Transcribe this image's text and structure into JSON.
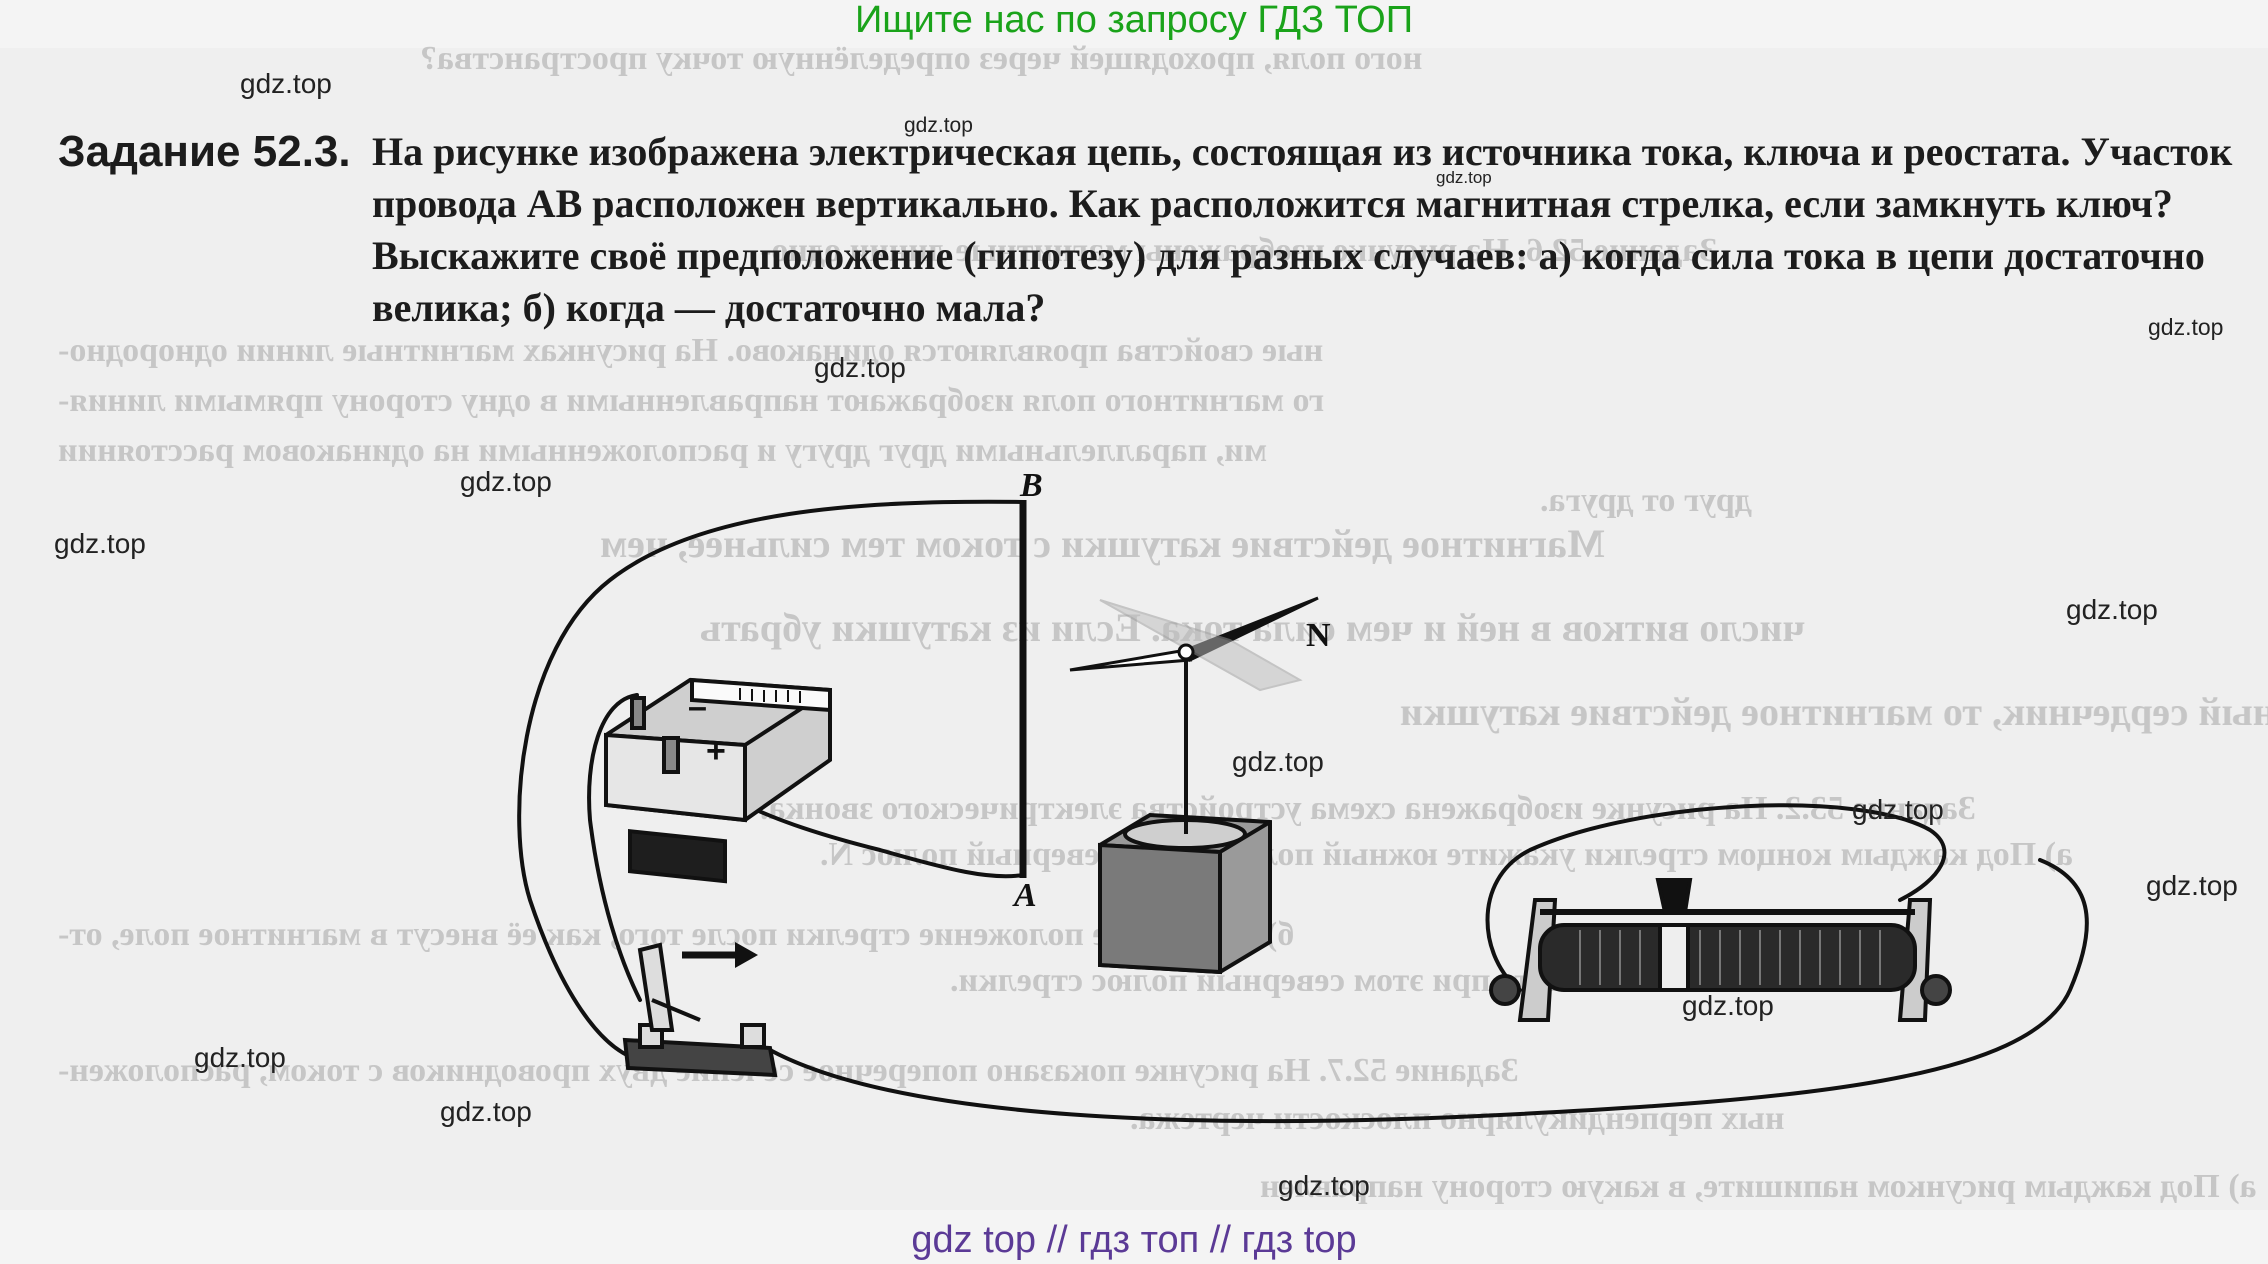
{
  "banner_top": "Ищите нас по запросу ГДЗ ТОП",
  "banner_bottom": "gdz top  //  гдз топ  //  гдз top",
  "task": {
    "label": "Задание 52.3.",
    "text": "На рисунке изображена электрическая цепь, состоящая из источника тока, ключа и реостата. Участок провода AB расположен вертикально. Как расположится магнитная стрелка, если замкнуть ключ? Выскажите своё предположение (гипотезу) для разных случаев: а) когда сила тока в цепи достаточно велика; б) когда — достаточно мала?"
  },
  "figure": {
    "label_b": "B",
    "label_a": "A",
    "label_n": "N",
    "battery_minus": "–",
    "battery_plus": "+"
  },
  "watermarks": [
    "gdz.top",
    "gdz.top",
    "gdz.top",
    "gdz.top",
    "gdz.top",
    "gdz.top",
    "gdz.top",
    "gdz.top",
    "gdz.top",
    "gdz.top",
    "gdz.top",
    "gdz.top",
    "gdz.top",
    "gdz.top",
    "gdz.top"
  ],
  "bleed_through": [
    "ного поля, проходящей через определённую точку пространства?",
    "Задание 52.6. На рисунке изображены магнитные линии одно-",
    "ные свойства проявляются одинаково. На рисунках магнитные линии однородно-",
    "го магнитного поля изображают направленными в одну сторону прямыми линия-",
    "ми, параллельными друг другу и расположенными на одинаковом расстоянии",
    "друг от друга.",
    "Магнитное действие катушки с током тем сильнее, чем",
    "число витков в ней и чем сила тока. Если из катушки убрать",
    "железный сердечник, то магнитное действие катушки",
    "Задание 53.2. На рисунке изображена схема устройства электрического звонка.",
    "а) Под каждым концом стрелки укажите южный полюс S или северный полюс N.",
    "б) Нарисуйте положение стрелки после того, как её внесут в магнитное поле, от-",
    "метьте при этом северный полюс стрелки.",
    "Задание 52.7. На рисунке показано поперечное сечение двух проводников с током, расположен-",
    "ных перпендикулярно плоскости чертежа.",
    "а) Под каждым рисунком напишите, в какую сторону направлен"
  ],
  "colors": {
    "banner_top": "#1aa31a",
    "banner_bottom": "#5b3a96",
    "text": "#1c1c1c",
    "bleed": "#b9b9b9"
  }
}
